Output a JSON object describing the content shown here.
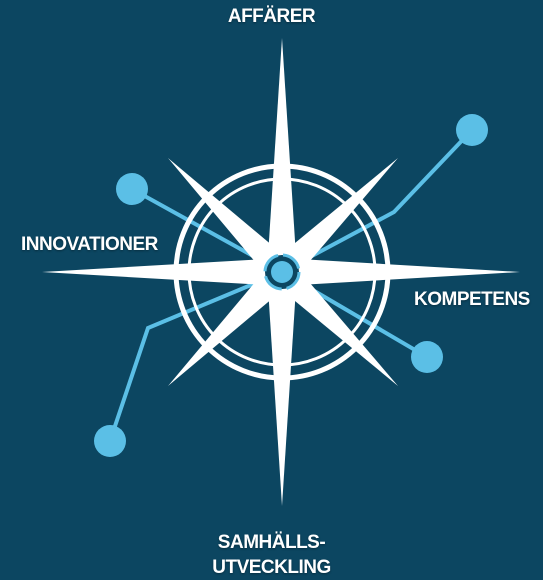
{
  "labels": {
    "north": "AFFÄRER",
    "west": "INNOVATIONER",
    "east": "KOMPETENS",
    "south_line1": "SAMHÄLLS-",
    "south_line2": "UTVECKLING"
  },
  "colors": {
    "background": "#0c4661",
    "compass": "#ffffff",
    "accent": "#5bbfe6"
  }
}
